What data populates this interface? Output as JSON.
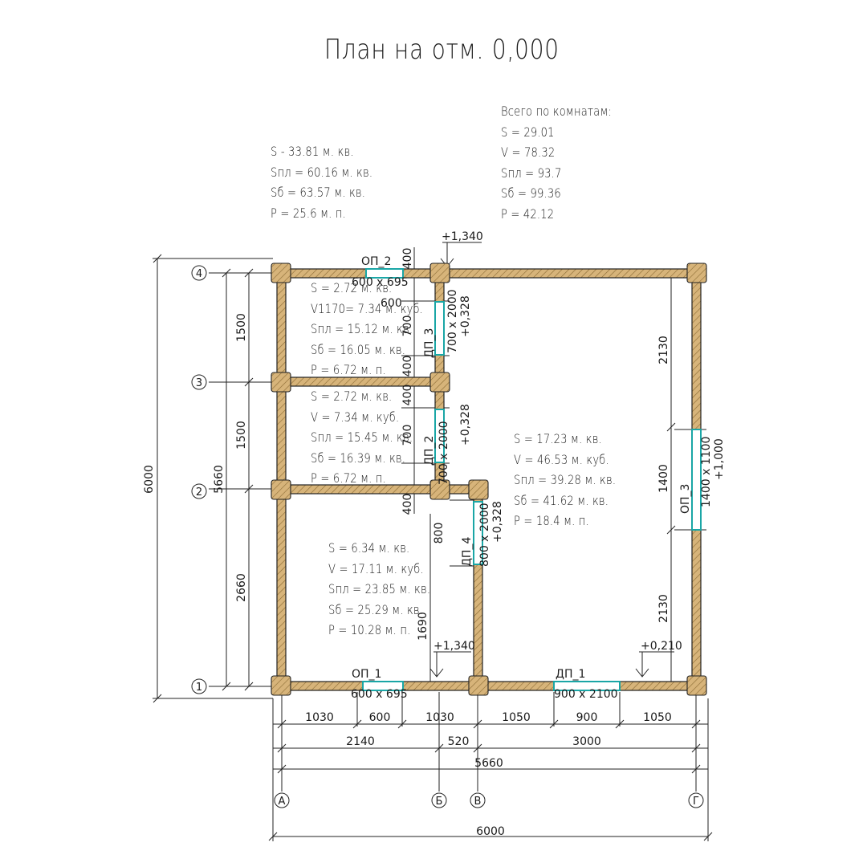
{
  "title": "План на отм. 0,000",
  "totals": {
    "header": "Всего по комнатам:",
    "lines": [
      "S   =  29.01",
      "V   =  78.32",
      "Sпл =  93.7",
      "Sб   =  99.36",
      "P   =  42.12"
    ]
  },
  "house": {
    "lines": [
      "S   -  33.81 м. кв.",
      "Sпл =  60.16 м. кв.",
      "Sб   =  63.57 м. кв.",
      "P   =  25.6 м. п."
    ]
  },
  "rooms": [
    {
      "id": "room-top-left",
      "lines": [
        "S   =  2.72 м. кв.",
        "V1170=  7.34 м. куб.",
        "Sпл =  15.12 м. кв.",
        "Sб   =  16.05 м. кв.",
        "P   =  6.72 м. п."
      ]
    },
    {
      "id": "room-middle-left",
      "lines": [
        "S   =  2.72 м. кв.",
        "V   =  7.34 м. куб.",
        "Sпл =  15.45 м. кв.",
        "Sб   =  16.39 м. кв.",
        "P   =  6.72 м. п."
      ]
    },
    {
      "id": "room-bottom-left",
      "lines": [
        "S   =  6.34 м. кв.",
        "V   =  17.11 м. куб.",
        "Sпл =  23.85 м. кв.",
        "Sб   =  25.29 м. кв.",
        "P   =  10.28 м. п."
      ]
    },
    {
      "id": "room-main",
      "lines": [
        "S   =  17.23 м. кв.",
        "V   =  46.53 м. куб.",
        "Sпл =  39.28 м. кв.",
        "Sб   =  41.62 м. кв.",
        "P   =  18.4 м. п."
      ]
    }
  ],
  "axes": {
    "rows": [
      "4",
      "3",
      "2",
      "1"
    ],
    "cols": [
      "А",
      "Б",
      "В",
      "Г"
    ]
  },
  "openings": {
    "op2": {
      "label": "ОП_2",
      "size": "600 х 695"
    },
    "op1": {
      "label": "ОП_1",
      "size": "600 х 695"
    },
    "dp1": {
      "label": "ДП_1",
      "size": "900 х 2100"
    },
    "dp3": {
      "label": "ДП_3",
      "size": "700 х 2000",
      "level": "+0,328"
    },
    "dp2": {
      "label": "ДП_2",
      "size": "700 х 2000",
      "level": "+0,328"
    },
    "dp4": {
      "label": "ДП_4",
      "size": "800 х 2000",
      "level": "+0,328"
    },
    "op3": {
      "label": "ОП_3",
      "size": "1400 х 1100",
      "level": "+1,000"
    },
    "v600": "600"
  },
  "levels": {
    "top": "+1,340",
    "mid": "+1,340",
    "right": "+0,210"
  },
  "dimensions": {
    "left_outer": "6000",
    "left_inner": "5660",
    "left_segments": [
      "1500",
      "1500",
      "2660"
    ],
    "right_segments": [
      "2130",
      "1400",
      "2130"
    ],
    "inner_vertical_top": [
      "400",
      "700",
      "400",
      "400",
      "700"
    ],
    "inner_vertical_bottom": [
      "400",
      "800",
      "1690"
    ],
    "bottom_row1": [
      "1030",
      "600",
      "1030",
      "1050",
      "900",
      "1050"
    ],
    "bottom_row2": [
      "2140",
      "520",
      "3000"
    ],
    "bottom_row3": "5660",
    "bottom_row4": "6000"
  }
}
